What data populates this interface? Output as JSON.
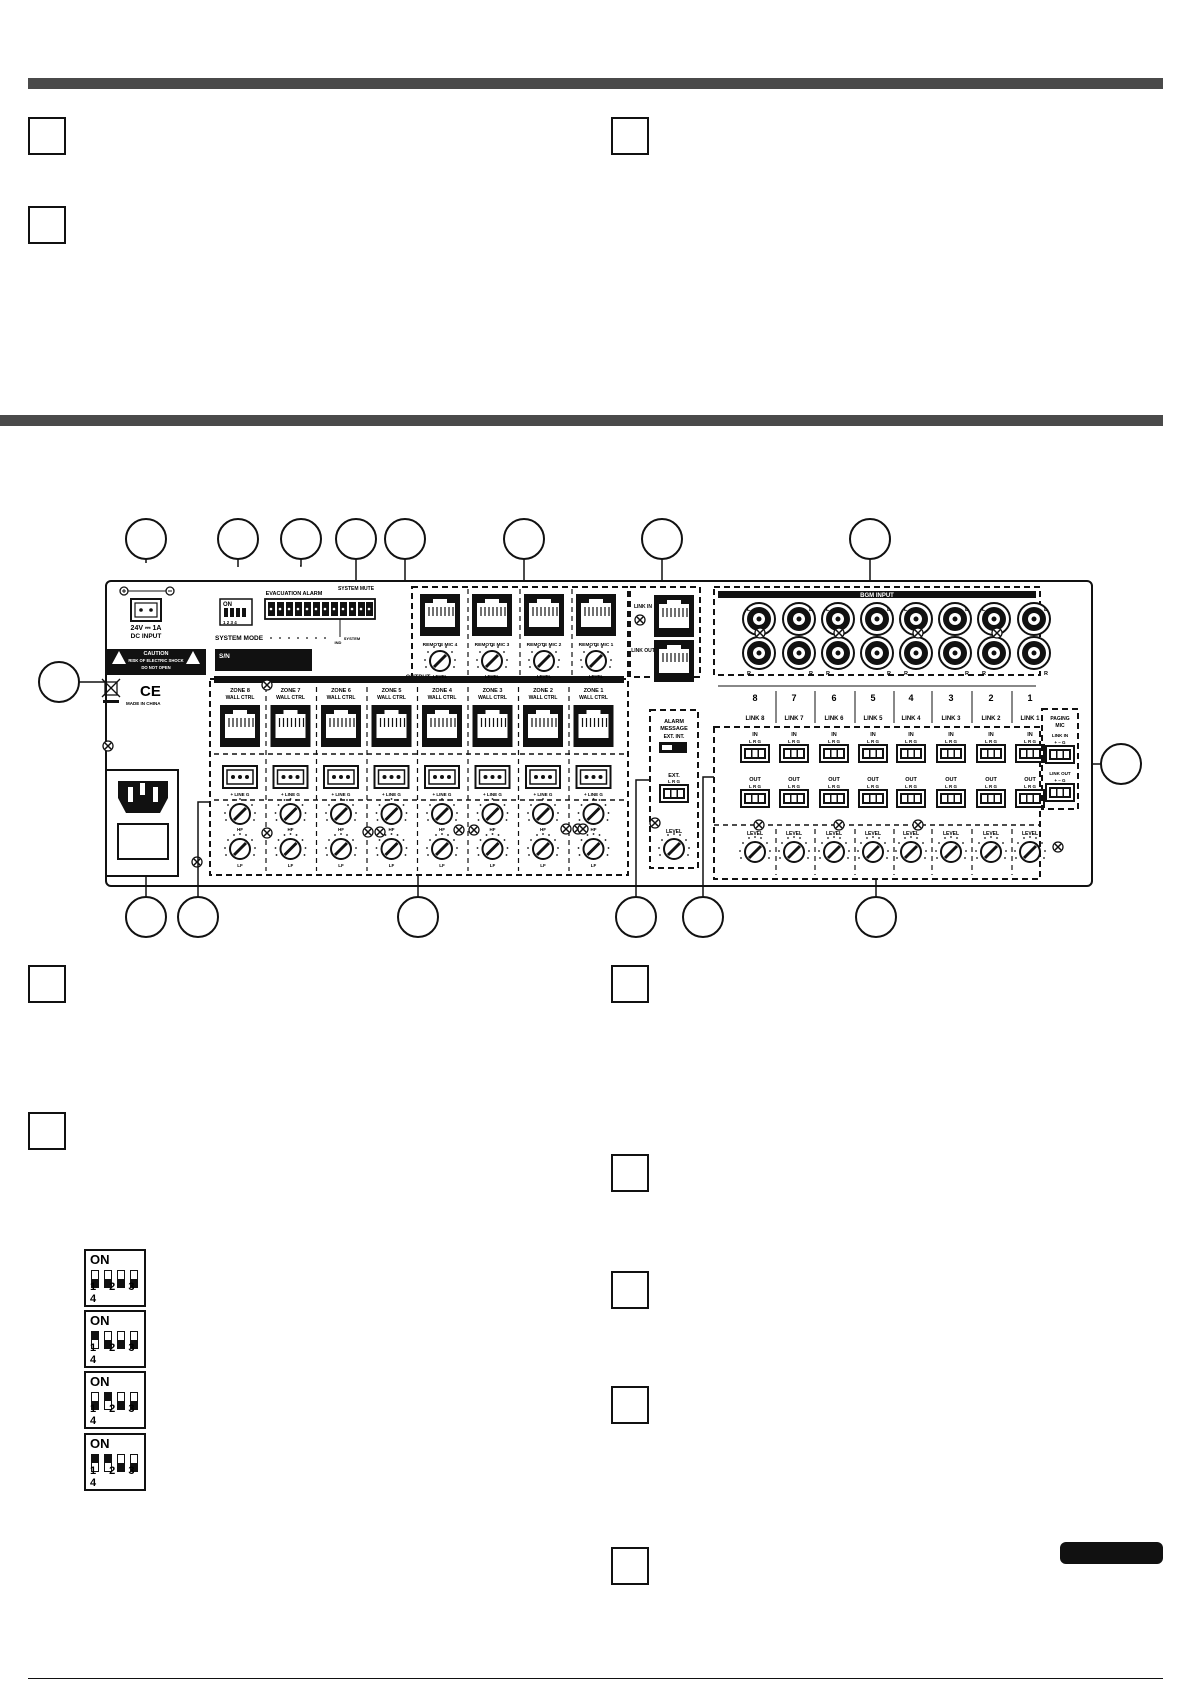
{
  "panel": {
    "dc_input": "24V ⎓ 1A\nDC INPUT",
    "dc_input_l1": "24V ⎓ 1A",
    "dc_input_l2": "DC INPUT",
    "system_mode": "SYSTEM MODE",
    "dip_on": "ON",
    "dip_nums": "1 2 3 4",
    "evac_alarm": "EVACUATION ALARM",
    "system_mute": "SYSTEM MUTE",
    "ind": "IND",
    "system": "SYSTEM",
    "sn": "S/N",
    "caution_title": "CAUTION",
    "caution_l1": "RISK OF ELECTRIC SHOCK",
    "caution_l2": "DO NOT OPEN",
    "ce": "CE",
    "made_in": "MADE IN CHINA",
    "output": "OUTPUT",
    "wall_ctrl": "WALL CTRL",
    "line": "LINE",
    "hf": "HF",
    "lf": "LF",
    "level": "LEVEL",
    "zones": [
      "ZONE 8",
      "ZONE 7",
      "ZONE 6",
      "ZONE 5",
      "ZONE 4",
      "ZONE 3",
      "ZONE 2",
      "ZONE 1"
    ],
    "remote_mics": [
      "REMOTE MIC 4",
      "REMOTE MIC 3",
      "REMOTE MIC 2",
      "REMOTE MIC 1"
    ],
    "link_in": "LINK IN",
    "link_out": "LINK OUT",
    "alarm_message": [
      "ALARM",
      "MESSAGE"
    ],
    "ext_int": "EXT.   INT.",
    "ext": "EXT.",
    "lrg": "L  R  G",
    "bgm_input": "BGM INPUT",
    "channels": [
      "8",
      "7",
      "6",
      "5",
      "4",
      "3",
      "2",
      "1"
    ],
    "links": [
      "LINK 8",
      "LINK 7",
      "LINK 6",
      "LINK 5",
      "LINK 4",
      "LINK 3",
      "LINK 2",
      "LINK 1"
    ],
    "in": "IN",
    "out": "OUT",
    "paging_mic": [
      "PAGING",
      "MIC"
    ],
    "pm_link_in": "LINK IN",
    "pm_link_out": "LINK OUT",
    "pm_pins": "+  –  G",
    "l": "L",
    "r": "R"
  },
  "dip_settings": [
    {
      "on": "ON",
      "nums": "1 2 3 4",
      "switches": [
        "down",
        "down",
        "down",
        "down"
      ]
    },
    {
      "on": "ON",
      "nums": "1 2 3 4",
      "switches": [
        "up",
        "down",
        "down",
        "down"
      ]
    },
    {
      "on": "ON",
      "nums": "1 2 3 4",
      "switches": [
        "down",
        "up",
        "down",
        "down"
      ]
    },
    {
      "on": "ON",
      "nums": "1 2 3 4",
      "switches": [
        "up",
        "up",
        "down",
        "down"
      ]
    }
  ],
  "page_number": "",
  "colors": {
    "header_bar": "#4a4a4a",
    "ink": "#111111"
  }
}
